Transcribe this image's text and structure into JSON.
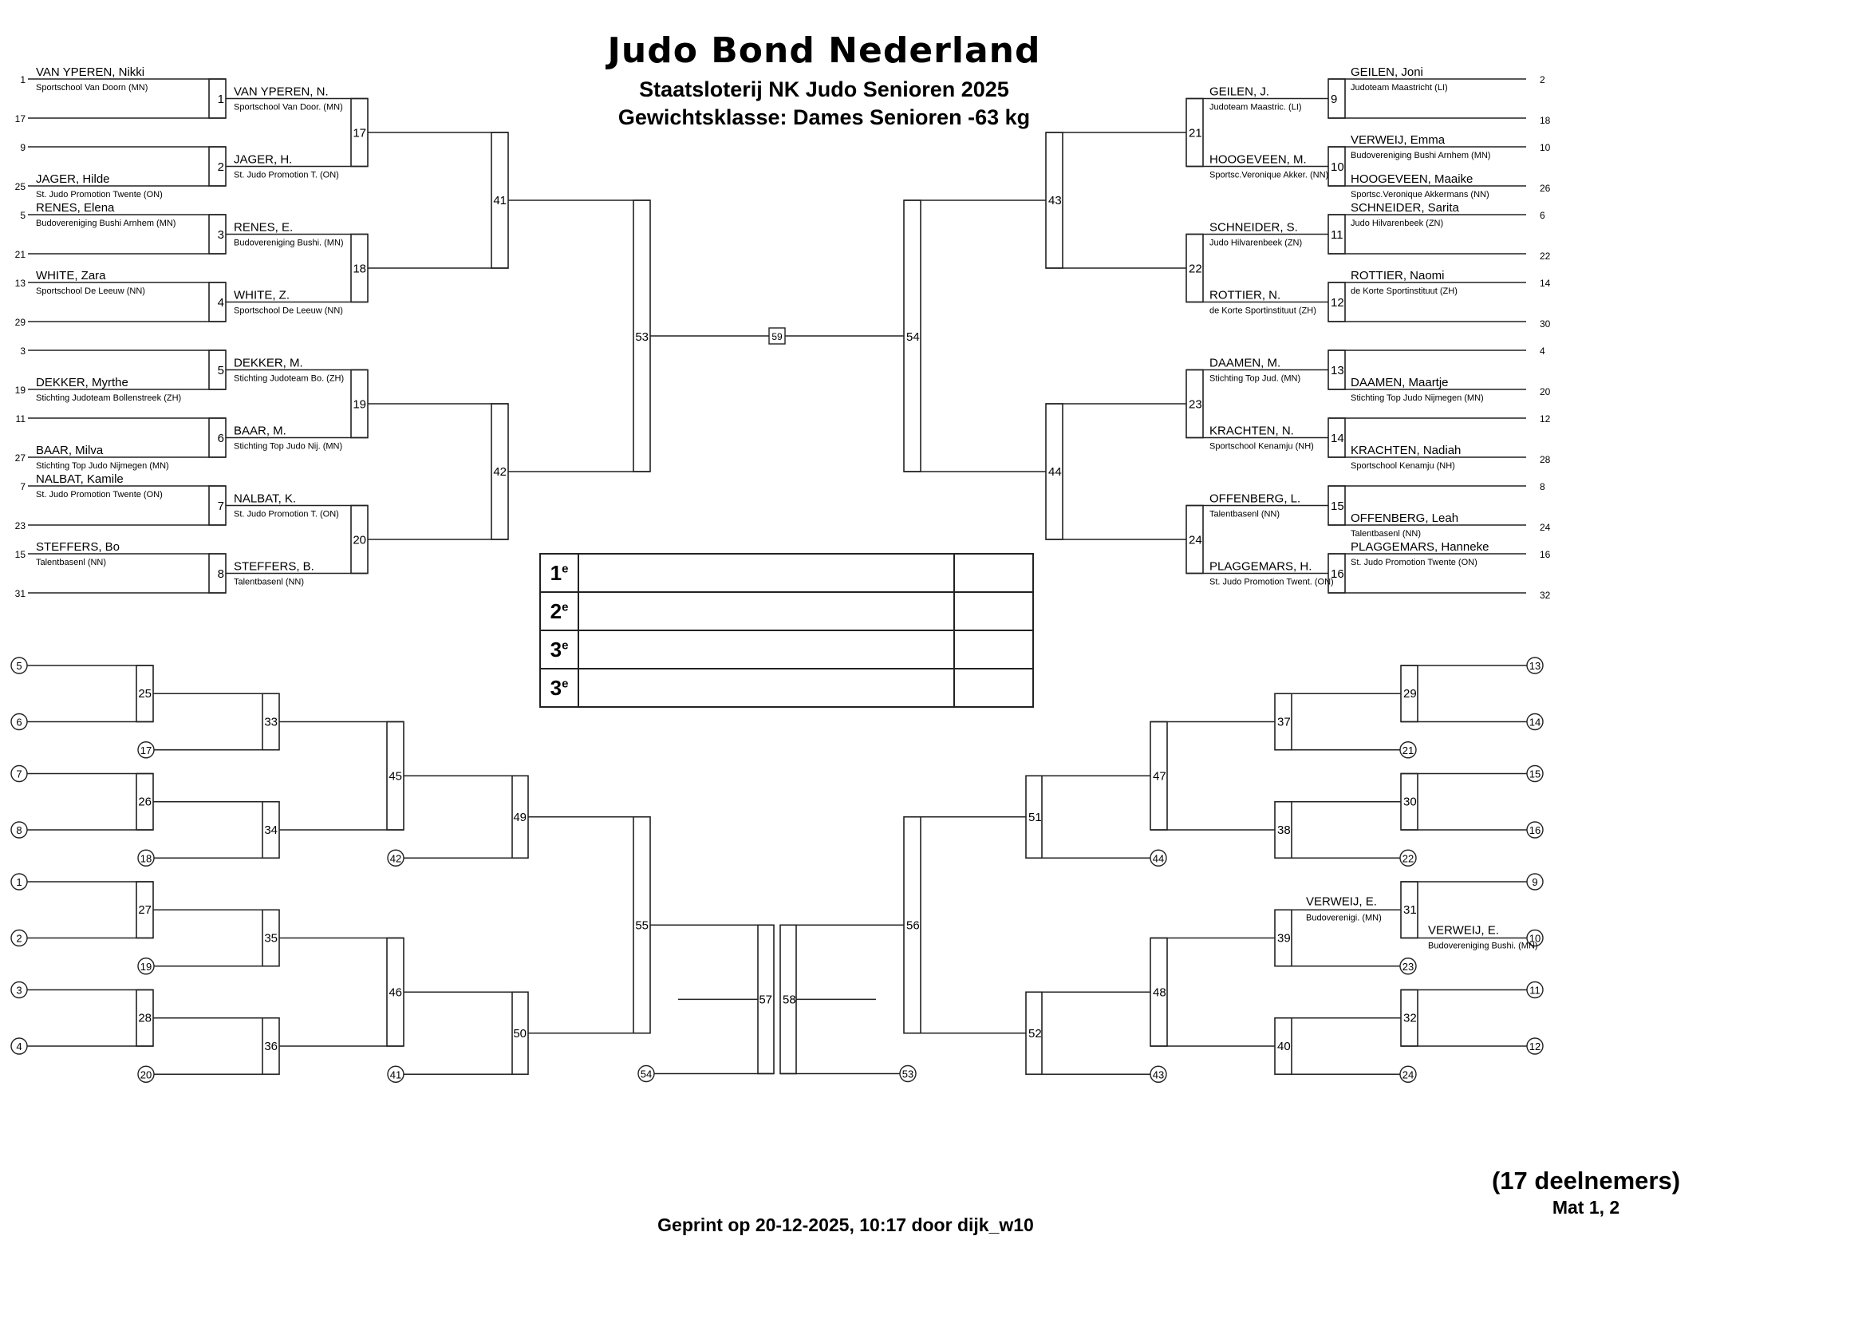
{
  "header": {
    "logo": "Judo Bond Nederland",
    "event": "Staatsloterij NK Judo Senioren 2025",
    "weight_class": "Gewichtsklasse: Dames Senioren -63 kg"
  },
  "main_left": {
    "r1": [
      {
        "match": "1",
        "top": {
          "seed": "1",
          "name": "VAN YPEREN, Nikki",
          "club": "Sportschool Van Doorn (MN)"
        },
        "bottom": {
          "seed": "17"
        }
      },
      {
        "match": "2",
        "top": {
          "seed": "9"
        },
        "bottom": {
          "seed": "25",
          "name": "JAGER, Hilde",
          "club": "St. Judo Promotion Twente (ON)"
        }
      },
      {
        "match": "3",
        "top": {
          "seed": "5",
          "name": "RENES, Elena",
          "club": "Budovereniging Bushi Arnhem (MN)"
        },
        "bottom": {
          "seed": "21"
        }
      },
      {
        "match": "4",
        "top": {
          "seed": "13",
          "name": "WHITE, Zara",
          "club": "Sportschool De Leeuw (NN)"
        },
        "bottom": {
          "seed": "29"
        }
      },
      {
        "match": "5",
        "top": {
          "seed": "3"
        },
        "bottom": {
          "seed": "19",
          "name": "DEKKER, Myrthe",
          "club": "Stichting Judoteam Bollenstreek (ZH)"
        }
      },
      {
        "match": "6",
        "top": {
          "seed": "11"
        },
        "bottom": {
          "seed": "27",
          "name": "BAAR, Milva",
          "club": "Stichting Top Judo Nijmegen (MN)"
        }
      },
      {
        "match": "7",
        "top": {
          "seed": "7",
          "name": "NALBAT, Kamile",
          "club": "St. Judo Promotion Twente (ON)"
        },
        "bottom": {
          "seed": "23"
        }
      },
      {
        "match": "8",
        "top": {
          "seed": "15",
          "name": "STEFFERS, Bo",
          "club": "Talentbasenl (NN)"
        },
        "bottom": {
          "seed": "31"
        }
      }
    ],
    "r2": [
      {
        "match": "17",
        "top": {
          "name": "VAN YPEREN, N.",
          "club": "Sportschool Van Door. (MN)"
        },
        "bottom": {
          "name": "JAGER, H.",
          "club": "St. Judo Promotion T. (ON)"
        }
      },
      {
        "match": "18",
        "top": {
          "name": "RENES, E.",
          "club": "Budovereniging Bushi. (MN)"
        },
        "bottom": {
          "name": "WHITE, Z.",
          "club": "Sportschool De Leeuw (NN)"
        }
      },
      {
        "match": "19",
        "top": {
          "name": "DEKKER, M.",
          "club": "Stichting Judoteam Bo. (ZH)"
        },
        "bottom": {
          "name": "BAAR, M.",
          "club": "Stichting Top Judo Nij. (MN)"
        }
      },
      {
        "match": "20",
        "top": {
          "name": "NALBAT, K.",
          "club": "St. Judo Promotion T. (ON)"
        },
        "bottom": {
          "name": "STEFFERS, B.",
          "club": "Talentbasenl (NN)"
        }
      }
    ],
    "r3": [
      {
        "match": "41"
      },
      {
        "match": "42"
      }
    ],
    "semi": {
      "match": "53"
    }
  },
  "main_right": {
    "r1": [
      {
        "match": "9",
        "top": {
          "seed": "2",
          "name": "GEILEN, Joni",
          "club": "Judoteam Maastricht (LI)"
        },
        "bottom": {
          "seed": "18"
        }
      },
      {
        "match": "10",
        "top": {
          "seed": "10",
          "name": "VERWEIJ, Emma",
          "club": "Budovereniging Bushi Arnhem (MN)"
        },
        "bottom": {
          "seed": "26",
          "name": "HOOGEVEEN, Maaike",
          "club": "Sportsc.Veronique Akkermans (NN)"
        }
      },
      {
        "match": "11",
        "top": {
          "seed": "6",
          "name": "SCHNEIDER, Sarita",
          "club": "Judo Hilvarenbeek (ZN)"
        },
        "bottom": {
          "seed": "22"
        }
      },
      {
        "match": "12",
        "top": {
          "seed": "14",
          "name": "ROTTIER, Naomi",
          "club": "de Korte Sportinstituut (ZH)"
        },
        "bottom": {
          "seed": "30"
        }
      },
      {
        "match": "13",
        "top": {
          "seed": "4"
        },
        "bottom": {
          "seed": "20",
          "name": "DAAMEN, Maartje",
          "club": "Stichting Top Judo Nijmegen (MN)"
        }
      },
      {
        "match": "14",
        "top": {
          "seed": "12"
        },
        "bottom": {
          "seed": "28",
          "name": "KRACHTEN, Nadiah",
          "club": "Sportschool Kenamju (NH)"
        }
      },
      {
        "match": "15",
        "top": {
          "seed": "8"
        },
        "bottom": {
          "seed": "24",
          "name": "OFFENBERG, Leah",
          "club": "Talentbasenl (NN)"
        }
      },
      {
        "match": "16",
        "top": {
          "seed": "16",
          "name": "PLAGGEMARS, Hanneke",
          "club": "St. Judo Promotion Twente (ON)"
        },
        "bottom": {
          "seed": "32"
        }
      }
    ],
    "r2": [
      {
        "match": "21",
        "top": {
          "name": "GEILEN, J.",
          "club": "Judoteam Maastric. (LI)"
        },
        "bottom": {
          "name": "HOOGEVEEN, M.",
          "club": "Sportsc.Veronique Akker. (NN)"
        }
      },
      {
        "match": "22",
        "top": {
          "name": "SCHNEIDER, S.",
          "club": "Judo Hilvarenbeek (ZN)"
        },
        "bottom": {
          "name": "ROTTIER, N.",
          "club": "de Korte Sportinstituut (ZH)"
        }
      },
      {
        "match": "23",
        "top": {
          "name": "DAAMEN, M.",
          "club": "Stichting Top Jud. (MN)"
        },
        "bottom": {
          "name": "KRACHTEN, N.",
          "club": "Sportschool Kenamju (NH)"
        }
      },
      {
        "match": "24",
        "top": {
          "name": "OFFENBERG, L.",
          "club": "Talentbasenl (NN)"
        },
        "bottom": {
          "name": "PLAGGEMARS, H.",
          "club": "St. Judo Promotion Twent. (ON)"
        }
      }
    ],
    "r3": [
      {
        "match": "43"
      },
      {
        "match": "44"
      }
    ],
    "semi": {
      "match": "54"
    }
  },
  "final": {
    "match": "59"
  },
  "repechage_left": {
    "r1": [
      {
        "match": "25",
        "top": "5",
        "bottom": "6"
      },
      {
        "match": "26",
        "top": "7",
        "bottom": "8"
      },
      {
        "match": "27",
        "top": "1",
        "bottom": "2"
      },
      {
        "match": "28",
        "top": "3",
        "bottom": "4"
      }
    ],
    "r2": [
      {
        "match": "33",
        "from": "17"
      },
      {
        "match": "34",
        "from": "18"
      },
      {
        "match": "35",
        "from": "19"
      },
      {
        "match": "36",
        "from": "20"
      }
    ],
    "r3": [
      {
        "match": "45"
      },
      {
        "match": "46"
      }
    ],
    "r4": [
      {
        "match": "49",
        "from": "42"
      },
      {
        "match": "50",
        "from": "41"
      }
    ],
    "r5": {
      "match": "55"
    },
    "bronze": {
      "match": "57",
      "from": "54"
    }
  },
  "repechage_right": {
    "r1": [
      {
        "match": "29",
        "top": "13",
        "bottom": "14"
      },
      {
        "match": "30",
        "top": "15",
        "bottom": "16"
      },
      {
        "match": "31",
        "top": "9",
        "bottom": "10",
        "bottom_name": "VERWEIJ, E.",
        "bottom_club": "Budovereniging Bushi. (MN)"
      },
      {
        "match": "32",
        "top": "11",
        "bottom": "12"
      }
    ],
    "r2": [
      {
        "match": "37",
        "from": "21"
      },
      {
        "match": "38",
        "from": "22"
      },
      {
        "match": "39",
        "from": "23",
        "top_name": "VERWEIJ, E.",
        "top_club": "Budoverenigi. (MN)"
      },
      {
        "match": "40",
        "from": "24"
      }
    ],
    "r3": [
      {
        "match": "47"
      },
      {
        "match": "48"
      }
    ],
    "r4": [
      {
        "match": "51",
        "from": "44"
      },
      {
        "match": "52",
        "from": "43"
      }
    ],
    "r5": {
      "match": "56"
    },
    "bronze": {
      "match": "58",
      "from": "53"
    }
  },
  "results": [
    {
      "place": "1",
      "suffix": "e"
    },
    {
      "place": "2",
      "suffix": "e"
    },
    {
      "place": "3",
      "suffix": "e"
    },
    {
      "place": "3",
      "suffix": "e"
    }
  ],
  "footer": {
    "participants": "(17 deelnemers)",
    "mats": "Mat 1, 2",
    "printed": "Geprint op 20-12-2025, 10:17 door dijk_w10"
  }
}
